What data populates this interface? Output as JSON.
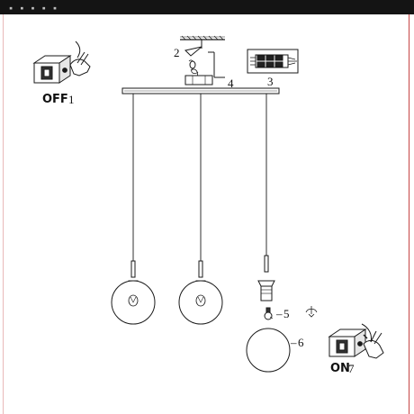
{
  "step_labels": {
    "off": "OFF",
    "off_number": "1",
    "on": "ON",
    "on_number": "7"
  },
  "callouts": {
    "c2": "2",
    "c3": "3",
    "c4": "4",
    "c5": "5",
    "c6": "6"
  },
  "colors": {
    "line": "#1a1a1a",
    "frame_accent": "#c74545",
    "top_bar": "#141414"
  }
}
